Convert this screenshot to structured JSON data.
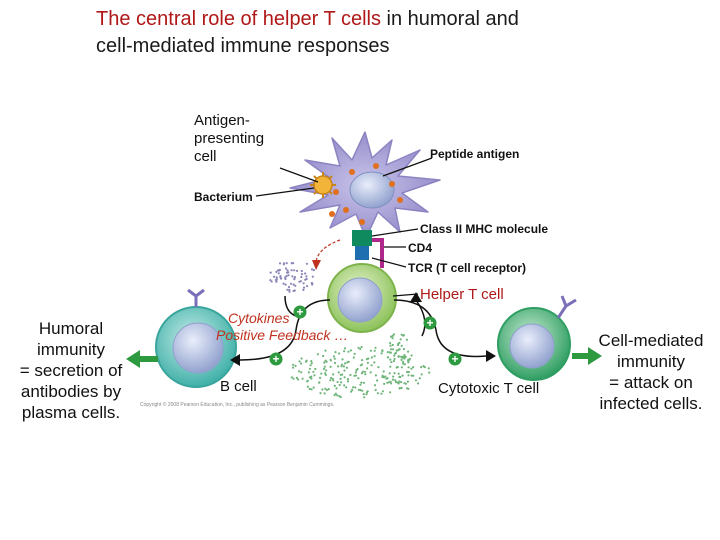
{
  "title": {
    "highlight": "The central role of helper T cells",
    "rest_line1": " in humoral and",
    "line2": "cell-mediated immune responses"
  },
  "labels": {
    "apc": "Antigen-\npresenting\ncell",
    "peptide": "Peptide antigen",
    "bacterium": "Bacterium",
    "mhc": "Class II MHC molecule",
    "cd4": "CD4",
    "tcr": "TCR (T cell receptor)",
    "helper": "Helper T cell",
    "cytokines": "Cytokines",
    "feedback": "Positive Feedback …",
    "bcell": "B cell",
    "cytotoxic": "Cytotoxic T cell",
    "humoral": "Humoral\nimmunity\n= secretion of\nantibodies by\nplasma cells.",
    "cellmed": "Cell-mediated\nimmunity\n= attack on\ninfected cells.",
    "copyright": "Copyright © 2008 Pearson Education, Inc., publishing as Pearson Benjamin Cummings."
  },
  "signs": {
    "plus": "+"
  },
  "colors": {
    "title_red": "#b01818",
    "apc": "#a9a3d6",
    "helper": "#b9dc8a",
    "bcell": "#7fcfc9",
    "cytotoxic": "#5fbf8a",
    "cytokine_dots": "#6fb57a",
    "arrow_green": "#2e9a3f",
    "mhc_green": "#0f8a5f",
    "tcr_magenta": "#b0278c"
  }
}
